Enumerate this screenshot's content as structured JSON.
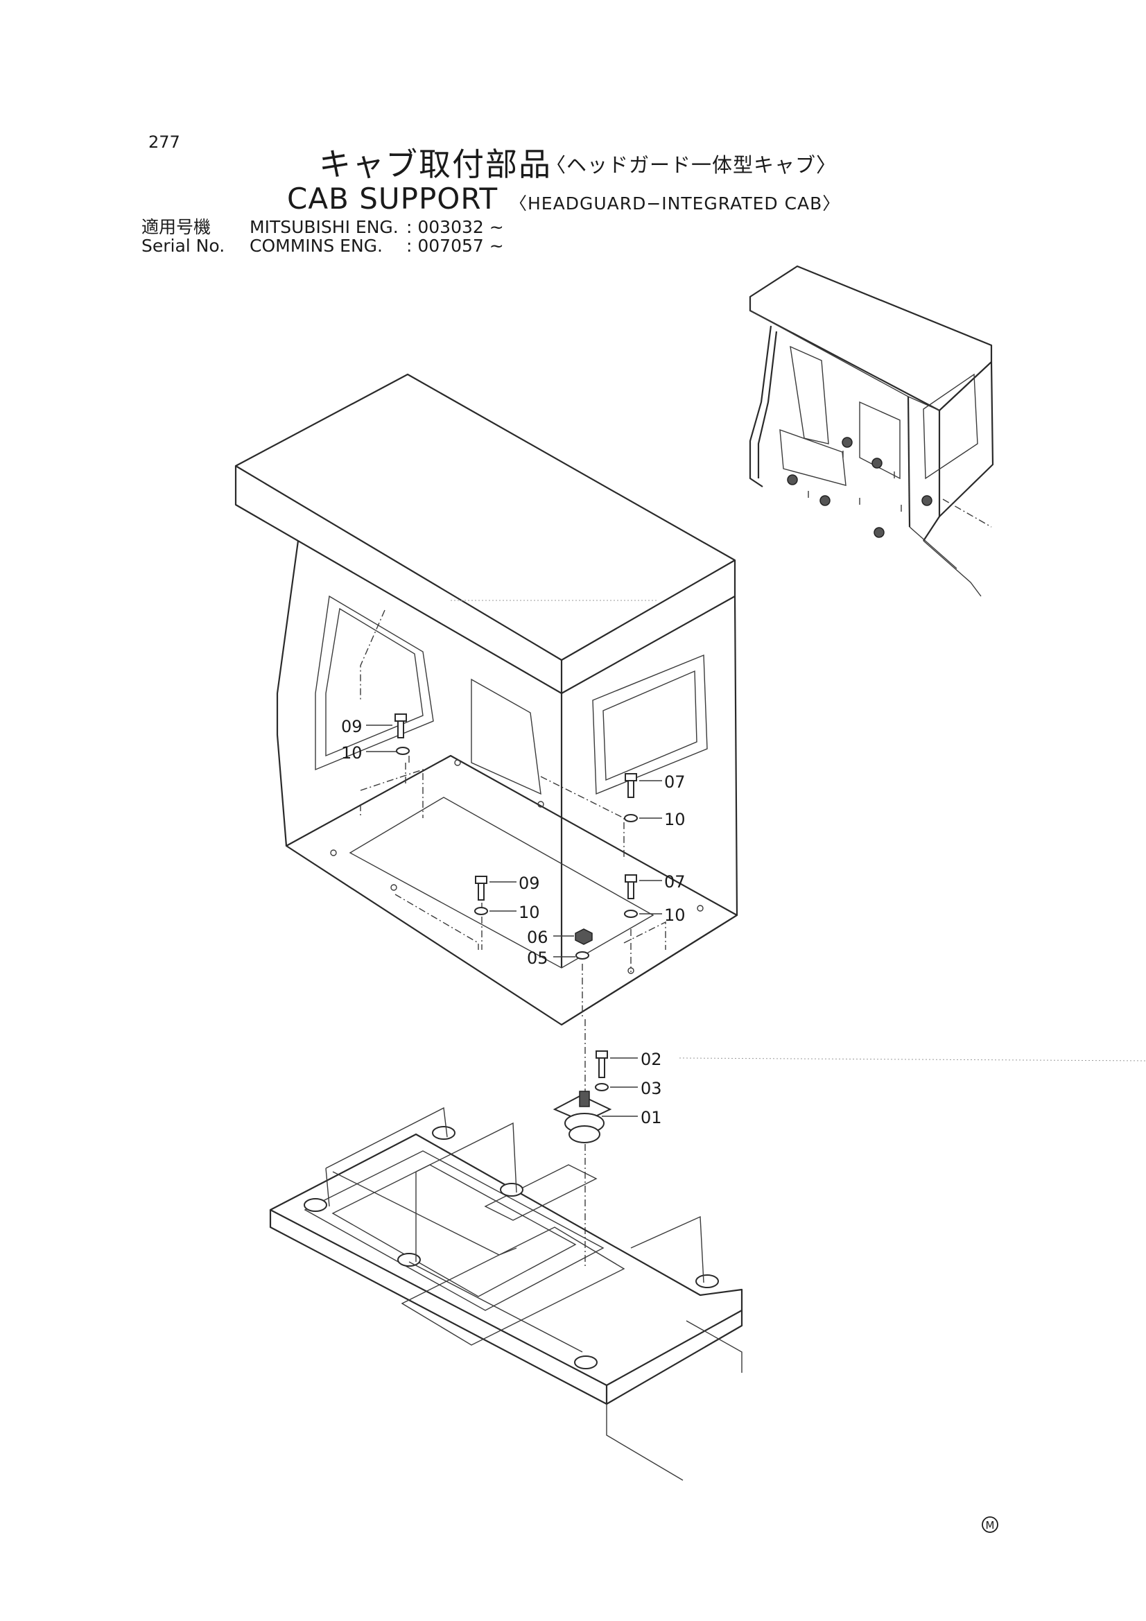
{
  "page_number": "277",
  "title": {
    "jp_main": "キャブ取付部品",
    "jp_sub": "〈ヘッドガード一体型キャブ〉",
    "en_main": "CAB SUPPORT",
    "en_sub": "〈HEADGUARD−INTEGRATED CAB〉"
  },
  "serial": {
    "label_jp": "適用号機",
    "label_en": "Serial No.",
    "entries": [
      {
        "engine": "MITSUBISHI ENG.",
        "number": ": 003032 ~"
      },
      {
        "engine": "COMMINS  ENG.",
        "number": ": 007057 ~"
      }
    ]
  },
  "callouts": {
    "c09a": "09",
    "c10a": "10",
    "c07a": "07",
    "c10b": "10",
    "c09b": "09",
    "c10c": "10",
    "c07b": "07",
    "c10d": "10",
    "c06": "06",
    "c05": "05",
    "c02": "02",
    "c03": "03",
    "c01": "01"
  },
  "mark": "M"
}
